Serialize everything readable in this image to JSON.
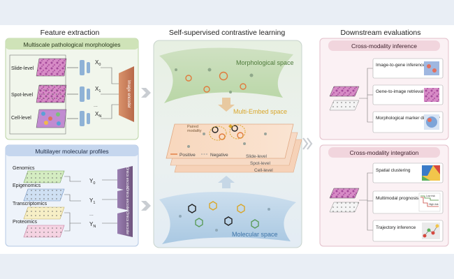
{
  "titles": {
    "feature_extraction": "Feature extraction",
    "contrastive": "Self-supervised contrastive learning",
    "downstream": "Downstream evaluations"
  },
  "morph": {
    "header": "Multiscale pathological morphologies",
    "levels": [
      "Slide-level",
      "Spot-level",
      "Cell-level"
    ],
    "x_labels": [
      "X",
      "X",
      "X"
    ],
    "x_subs": [
      "0",
      "1",
      "N"
    ],
    "ellipsis": "...",
    "encoder": "Image encoder"
  },
  "mol": {
    "header": "Multilayer molecular profiles",
    "layers": [
      "Genomics",
      "Epigenomics",
      "Transcriptomics",
      "Proteomics"
    ],
    "y_labels": [
      "Y",
      "Y",
      "Y"
    ],
    "y_subs": [
      "0",
      "1",
      "N"
    ],
    "ellipsis": "...",
    "encoders": [
      "Omics encoder",
      "Omics encoder",
      "Omics encoder"
    ]
  },
  "center": {
    "morph_space": "Morphological space",
    "embed_space": "Multi-Embed space",
    "mol_space": "Molecular space",
    "levels": [
      "Slide-level",
      "Spot-level",
      "Cell-level"
    ],
    "positive": "Positive",
    "negative": "Negative",
    "paired": "Paired",
    "paired2": "modality"
  },
  "inference": {
    "header": "Cross-modality inference",
    "items": [
      "Image-to-gene inference",
      "Gene-to-image retrieval",
      "Morphological marker discovery"
    ]
  },
  "integration": {
    "header": "Cross-modality integration",
    "items": [
      "Spatial clustering",
      "Multimodal prognosis",
      "Trajectory inference"
    ],
    "prognosis_low": "Low risk",
    "prognosis_high": "High risk"
  },
  "colors": {
    "green_header": "#cfe3b8",
    "blue_header": "#c5d6ee",
    "pink_header": "#f1d5dd",
    "orange": "#e07a3c",
    "gold": "#d9a62a",
    "encoder_img": "#c2774f",
    "encoder_omics": "#7b5f92"
  }
}
